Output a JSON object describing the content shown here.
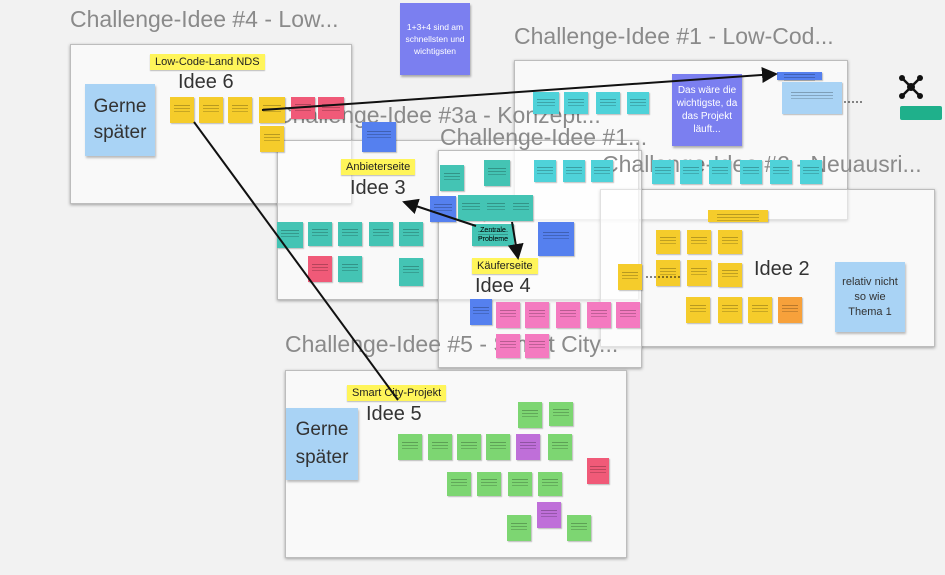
{
  "frames": {
    "idee4": {
      "title": "Challenge-Idee #4 - Low...",
      "label": "Low-Code-Land NDS",
      "idea": "Idee 6",
      "sticky": "Gerne später"
    },
    "idee1": {
      "title": "Challenge-Idee #1 - Low-Cod...",
      "note": "Das wäre die wichtigste, da das Projekt läuft..."
    },
    "idee3a": {
      "title": "Challenge-Idee #3a - Konzept...",
      "label": "Anbieterseite",
      "idea": "Idee 3"
    },
    "idee1b": {
      "title": "Challenge-Idee #1..."
    },
    "idee2": {
      "title": "Challenge-Idee #2 - Neuausri...",
      "idea": "Idee 2",
      "sticky": "relativ nicht so wie Thema 1"
    },
    "idee3b": {
      "label": "Käuferseite",
      "idea": "Idee 4",
      "center_sticky": "Zentrale Probleme"
    },
    "idee5": {
      "title": "Challenge-Idee #5 - Smart City...",
      "label": "Smart City-Projekt",
      "idea": "Idee 5",
      "sticky": "Gerne später"
    }
  },
  "top_note": "1+3+4 sind am schnellsten und wichtigsten",
  "icons": {
    "share": "network-share-icon",
    "button": "green-action-button"
  },
  "colors": {
    "yellow": "#f5cc2b",
    "cyan": "#4fd2d9",
    "teal": "#44c4b4",
    "red": "#f05a78",
    "green": "#7dd672",
    "pink": "#f47ac0",
    "violet": "#bf6fd9",
    "orange": "#f7a13b",
    "blue": "#5580ef",
    "purple_note": "#7b7ff0",
    "light_blue": "#a9d3f5",
    "label_yellow": "#fff55a"
  }
}
